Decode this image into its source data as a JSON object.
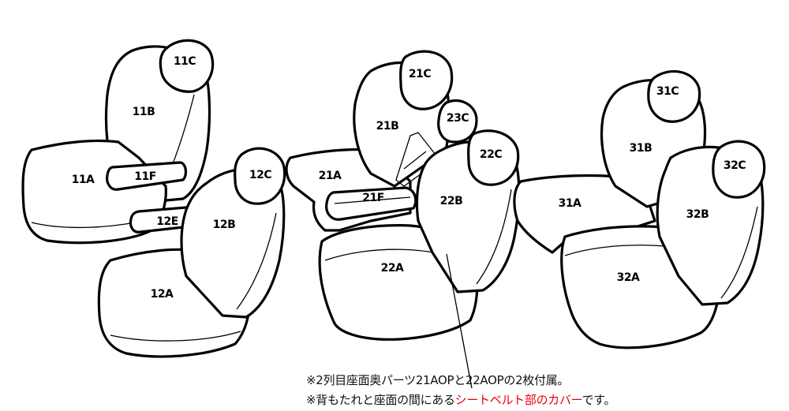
{
  "labels": {
    "p11C": "11C",
    "p11B": "11B",
    "p11A": "11A",
    "p11F": "11F",
    "p12C": "12C",
    "p12B": "12B",
    "p12A": "12A",
    "p12E": "12E",
    "p21C": "21C",
    "p23C": "23C",
    "p22C": "22C",
    "p21B": "21B",
    "p21A": "21A",
    "p21F": "21F",
    "p22B": "22B",
    "p22A": "22A",
    "p31C": "31C",
    "p32C": "32C",
    "p31B": "31B",
    "p32B": "32B",
    "p31A": "31A",
    "p32A": "32A"
  },
  "notes": {
    "line1": "※2列目座面奥パーツ21AOPと22AOPの2枚付属。",
    "line2_prefix": "※背もたれと座面の間にある",
    "line2_highlight": "シートベルト部のカバー",
    "line2_suffix": "です。"
  },
  "colors": {
    "outline": "#000000",
    "highlight": "#e60012"
  }
}
